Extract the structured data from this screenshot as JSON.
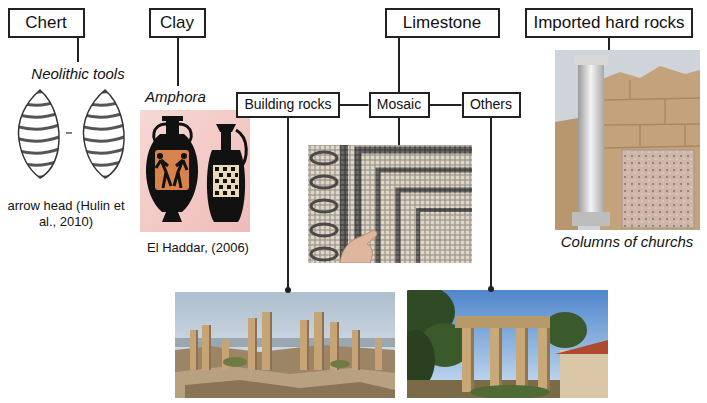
{
  "diagram": {
    "nodes": [
      {
        "text": [
          "Chert"
        ]
      },
      {
        "text": [
          "Clay"
        ]
      },
      {
        "text": [
          "Limestone"
        ]
      },
      {
        "text": [
          "Building rocks"
        ]
      },
      {
        "text": [
          "Mosaic"
        ]
      },
      {
        "text": [
          "Others"
        ]
      },
      {
        "text": [
          "Imported hard rocks"
        ]
      }
    ],
    "edges": [
      {
        "from": 2,
        "to": 4,
        "arrow": "none"
      },
      {
        "from": 3,
        "to": 4,
        "arrow": "none"
      },
      {
        "from": 4,
        "to": 5,
        "arrow": "none"
      }
    ],
    "labels": [
      "Neolithic tools",
      "Amphora",
      "arrow head (Hulin et al., 2010)",
      "El Haddar, (2006)",
      "Columns of churchs"
    ]
  }
}
